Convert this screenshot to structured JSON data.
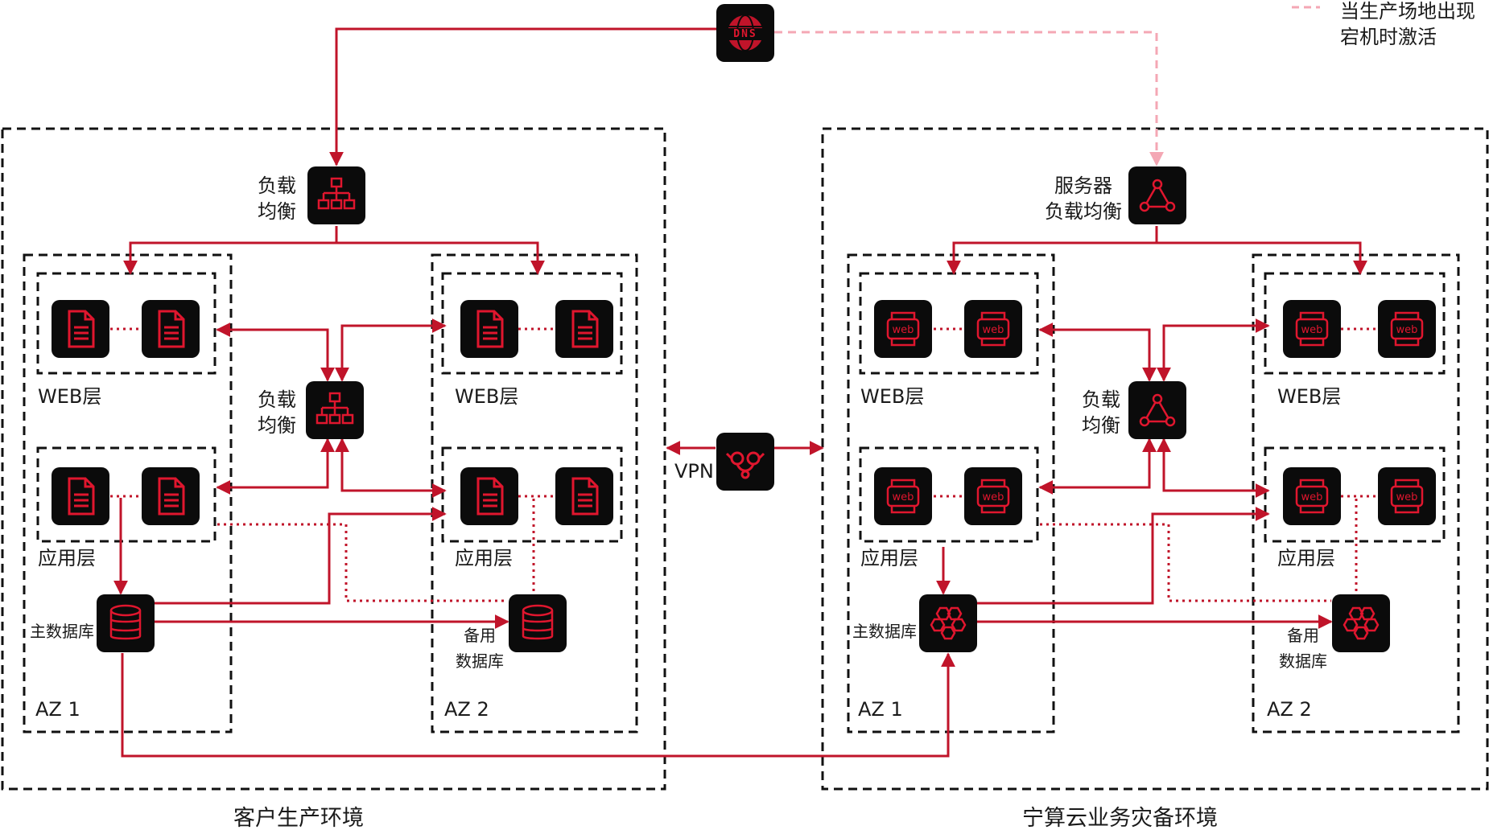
{
  "legend": {
    "line1": "当生产场地出现",
    "line2": "宕机时激活"
  },
  "environments": {
    "left": "客户生产环境",
    "right": "宁算云业务灾备环境"
  },
  "left": {
    "top_lb": [
      "负载",
      "均衡"
    ],
    "mid_lb": [
      "负载",
      "均衡"
    ],
    "az1": "AZ 1",
    "az2": "AZ 2",
    "web_az1": "WEB层",
    "web_az2": "WEB层",
    "app_az1": "应用层",
    "app_az2": "应用层",
    "primary_db": "主数据库",
    "standby_db": [
      "备用",
      "数据库"
    ]
  },
  "right": {
    "top_lb": [
      "服务器",
      "负载均衡"
    ],
    "mid_lb": [
      "负载",
      "均衡"
    ],
    "az1": "AZ 1",
    "az2": "AZ 2",
    "web_az1": "WEB层",
    "web_az2": "WEB层",
    "app_az1": "应用层",
    "app_az2": "应用层",
    "primary_db": "主数据库",
    "standby_db": [
      "备用",
      "数据库"
    ]
  },
  "vpn": "VPN",
  "dns_label": "DNS",
  "web_icon_text": "web",
  "colors": {
    "accent": "#c0142a",
    "tile": "#0b0b0b",
    "dashed_light": "#f4a7b4"
  },
  "icons": {
    "dns": "dns-globe-icon",
    "load_balancer": "network-hierarchy-icon",
    "server_lb": "triangle-nodes-icon",
    "document": "document-icon",
    "web": "web-server-icon",
    "database": "database-stack-icon",
    "hex_db": "hexagon-cluster-icon",
    "vpn": "vpn-link-icon"
  }
}
